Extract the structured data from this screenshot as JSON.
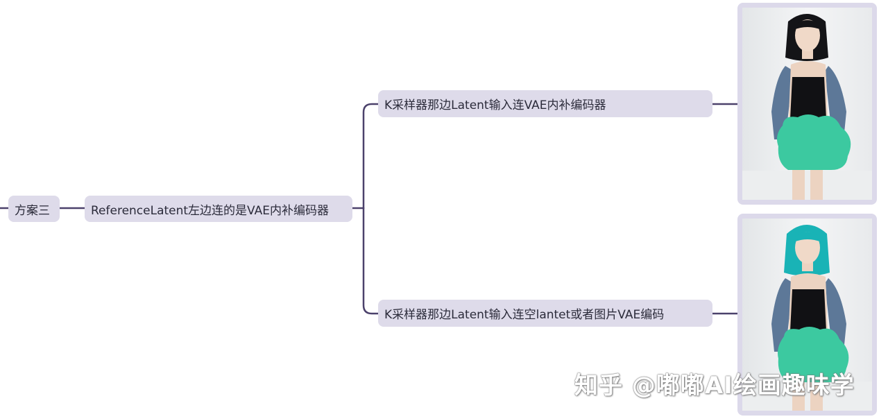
{
  "mindmap": {
    "root_label": "方案三",
    "mid_label": "ReferenceLatent左边连的是VAE内补编码器",
    "top_label": "K采样器那边Latent输入连VAE内补编码器",
    "bottom_label": "K采样器那边Latent输入连空lantet或者图片VAE编码"
  },
  "watermark": "知乎 @嘟嘟AI绘画趣味学",
  "colors": {
    "line": "#4b416b",
    "node_bg": "#dedbea",
    "mask": "#3cc9a0",
    "hair_black": "#141417",
    "hair_teal": "#19b3b6",
    "denim": "#5d7898"
  },
  "icons": {
    "photo_1": "woman-black-hair-photo",
    "photo_2": "woman-teal-hair-photo"
  }
}
